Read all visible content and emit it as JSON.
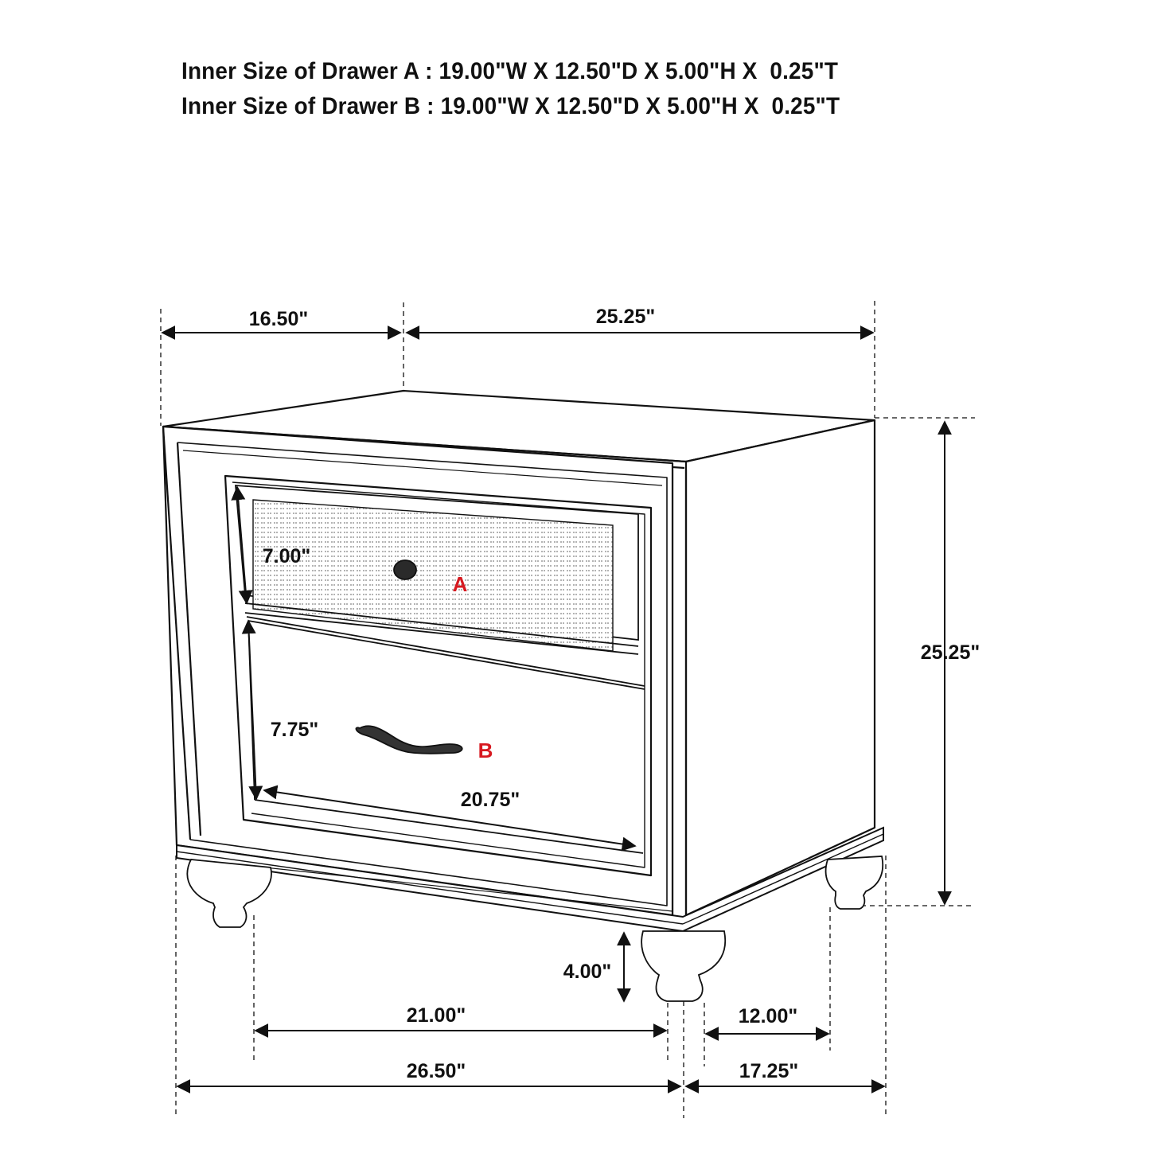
{
  "header": {
    "drawer_a_spec": "Inner Size of Drawer A : 19.00\"W X 12.50\"D X 5.00\"H X  0.25\"T",
    "drawer_b_spec": "Inner Size of Drawer B : 19.00\"W X 12.50\"D X 5.00\"H X  0.25\"T"
  },
  "dimensions": {
    "top_depth": "16.50\"",
    "top_width": "25.25\"",
    "overall_height": "25.25\"",
    "drawer_a_height": "7.00\"",
    "drawer_b_height": "7.75\"",
    "drawer_width": "20.75\"",
    "leg_height": "4.00\"",
    "leg_span_front": "21.00\"",
    "leg_span_side": "12.00\"",
    "base_width": "26.50\"",
    "base_depth": "17.25\""
  },
  "labels": {
    "drawer_a": "A",
    "drawer_b": "B"
  },
  "colors": {
    "line": "#111111",
    "label": "#d71920",
    "background": "#ffffff"
  }
}
